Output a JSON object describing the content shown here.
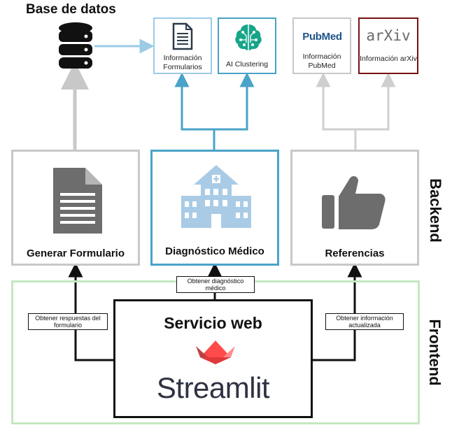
{
  "database": {
    "title": "Base de datos"
  },
  "top_boxes": {
    "formularios": "Información Formularios",
    "clustering": "AI Clustering",
    "pubmed": "Información PubMed",
    "arxiv": "Información arXiv"
  },
  "logos": {
    "pubmed_logo": "PubMed",
    "arxiv_logo": "arXiv"
  },
  "backend": {
    "side_label": "Backend",
    "formulario": "Generar Formulario",
    "diagnostico": "Diagnóstico Médico",
    "referencias": "Referencias"
  },
  "frontend": {
    "side_label": "Frontend",
    "service_title": "Servicio web",
    "streamlit": "Streamlit"
  },
  "tags": {
    "respuestas": "Obtener respuestas del formulario",
    "diagnostico": "Obtener diagnóstico médico",
    "informacion": "Obtener información actualizada"
  },
  "colors": {
    "blue": "#4aa3c8",
    "gray": "#c8c8c8",
    "dark_red": "#7a1111",
    "light_green": "#c4e8c0",
    "streamlit_red": "#ef4b4b"
  }
}
